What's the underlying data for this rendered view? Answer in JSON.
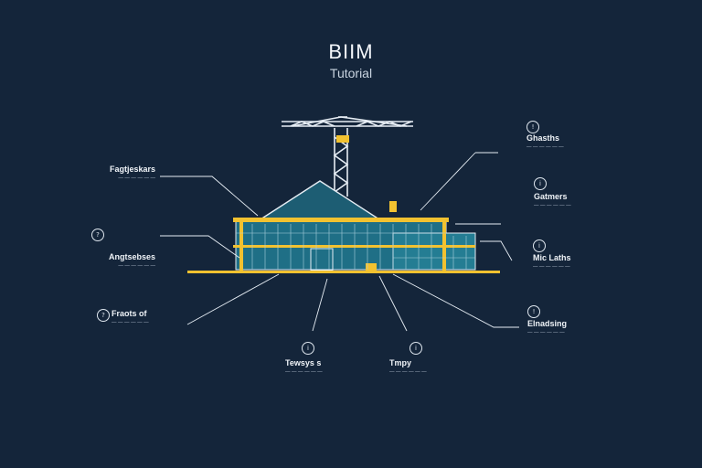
{
  "title": {
    "main": "BIIM",
    "sub": "Tutorial"
  },
  "colors": {
    "background": "#14253a",
    "accent": "#f2c230",
    "glass": "#1f6f86",
    "line": "#e6edf4"
  },
  "callouts": [
    {
      "id": "left-1",
      "heading": "Fagtjeskars",
      "body": "— — — — — —"
    },
    {
      "id": "left-2",
      "heading": "Angtsebses",
      "body": "— — — — — —"
    },
    {
      "id": "left-3",
      "heading": "Fraots of",
      "body": "— — — — — —"
    },
    {
      "id": "right-1",
      "heading": "Ghasths",
      "body": "— — — — — —"
    },
    {
      "id": "right-2",
      "heading": "Gatmers",
      "body": "— — — — — —"
    },
    {
      "id": "right-3",
      "heading": "Mic Laths",
      "body": "— — — — — —"
    },
    {
      "id": "right-4",
      "heading": "Elnadsing",
      "body": "— — — — — —"
    },
    {
      "id": "bottom-1",
      "heading": "Tewsys s",
      "body": "— — — — — —"
    },
    {
      "id": "bottom-2",
      "heading": "Tmpy",
      "body": "— — — — — —"
    }
  ]
}
